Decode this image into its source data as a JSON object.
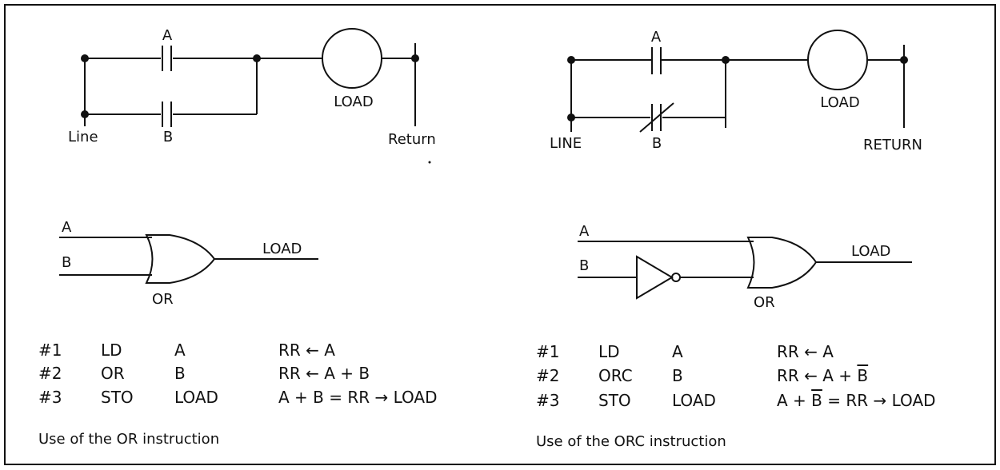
{
  "left": {
    "ladder": {
      "contact_a": "A",
      "contact_b": "B",
      "coil": "LOAD",
      "line": "Line",
      "return": "Return"
    },
    "gate": {
      "in_a": "A",
      "in_b": "B",
      "out": "LOAD",
      "type": "OR"
    },
    "program": [
      {
        "step": "#1",
        "op": "LD",
        "arg": "A",
        "desc": "RR ← A"
      },
      {
        "step": "#2",
        "op": "OR",
        "arg": "B",
        "desc": "RR ← A + B"
      },
      {
        "step": "#3",
        "op": "STO",
        "arg": "LOAD",
        "desc": "A + B = RR → LOAD"
      }
    ],
    "caption": "Use of the OR instruction"
  },
  "right": {
    "ladder": {
      "contact_a": "A",
      "contact_b": "B",
      "coil": "LOAD",
      "line": "LINE",
      "return": "RETURN"
    },
    "gate": {
      "in_a": "A",
      "in_b": "B",
      "out": "LOAD",
      "type": "OR"
    },
    "program": [
      {
        "step": "#1",
        "op": "LD",
        "arg": "A",
        "desc": "RR ← A"
      },
      {
        "step": "#2",
        "op": "ORC",
        "arg": "B",
        "desc_pre": "RR ← A + ",
        "desc_ov": "B"
      },
      {
        "step": "#3",
        "op": "STO",
        "arg": "LOAD",
        "desc_pre": "A + ",
        "desc_ov": "B",
        "desc_post": " = RR → LOAD"
      }
    ],
    "caption": "Use of the ORC instruction"
  }
}
